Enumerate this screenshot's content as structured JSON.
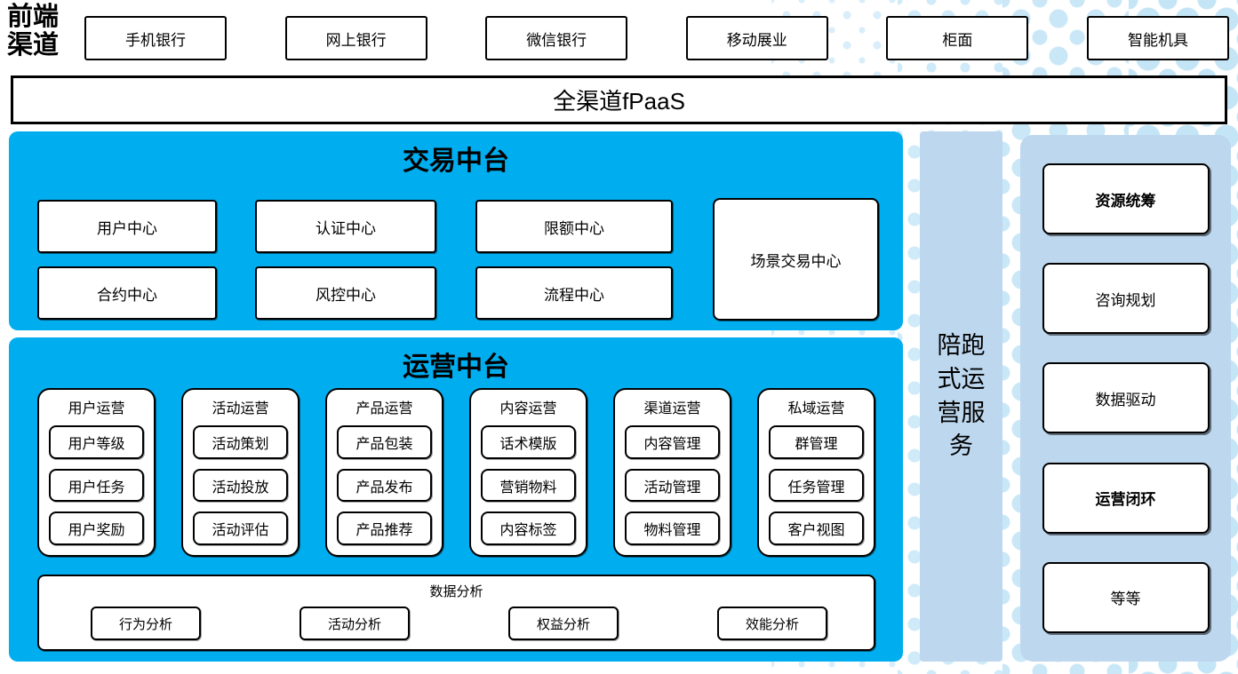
{
  "colors": {
    "accent_blue": "#00aeef",
    "panel_blue": "#bdd7ee",
    "dot_blue": "#cfeaf8",
    "border": "#000000"
  },
  "header": {
    "label": "前端渠道",
    "channels": [
      "手机银行",
      "网上银行",
      "微信银行",
      "移动展业",
      "柜面",
      "智能机具"
    ]
  },
  "fpaas": {
    "label": "全渠道fPaaS"
  },
  "transaction": {
    "title": "交易中台",
    "row1": [
      "用户中心",
      "认证中心",
      "限额中心"
    ],
    "row2": [
      "合约中心",
      "风控中心",
      "流程中心"
    ],
    "tall_box": "场景交易中心"
  },
  "operations": {
    "title": "运营中台",
    "columns": [
      {
        "title": "用户运营",
        "items": [
          "用户等级",
          "用户任务",
          "用户奖励"
        ]
      },
      {
        "title": "活动运营",
        "items": [
          "活动策划",
          "活动投放",
          "活动评估"
        ]
      },
      {
        "title": "产品运营",
        "items": [
          "产品包装",
          "产品发布",
          "产品推荐"
        ]
      },
      {
        "title": "内容运营",
        "items": [
          "话术模版",
          "营销物料",
          "内容标签"
        ]
      },
      {
        "title": "渠道运营",
        "items": [
          "内容管理",
          "活动管理",
          "物料管理"
        ]
      },
      {
        "title": "私域运营",
        "items": [
          "群管理",
          "任务管理",
          "客户视图"
        ]
      }
    ],
    "analysis": {
      "title": "数据分析",
      "items": [
        "行为分析",
        "活动分析",
        "权益分析",
        "效能分析"
      ]
    }
  },
  "side_bar": {
    "label": "陪跑式运营服务"
  },
  "side_panel": {
    "items": [
      {
        "label": "资源统筹",
        "bold": true
      },
      {
        "label": "咨询规划",
        "bold": false
      },
      {
        "label": "数据驱动",
        "bold": false
      },
      {
        "label": "运营闭环",
        "bold": true
      },
      {
        "label": "等等",
        "bold": false
      }
    ]
  }
}
